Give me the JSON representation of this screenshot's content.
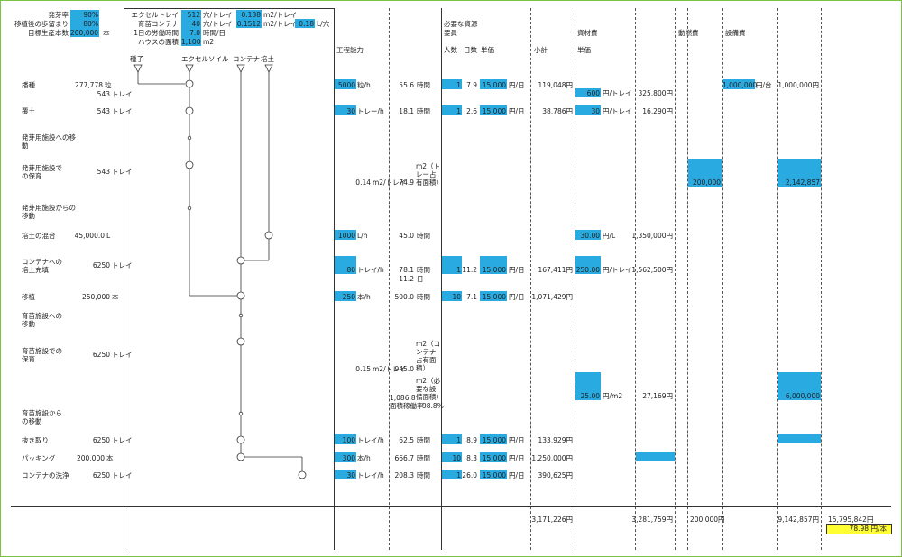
{
  "params": {
    "germination": {
      "label": "発芽率",
      "value": "90%"
    },
    "retention": {
      "label": "移植後の歩留まり",
      "value": "80%"
    },
    "target": {
      "label": "目標生産本数",
      "value": "200,000",
      "unit": "本"
    },
    "excel_tray": {
      "label": "エクセルトレイ",
      "value": "512",
      "unit": "穴/トレイ",
      "value2": "0.138",
      "unit2": "m2/トレイ"
    },
    "nursery_container": {
      "label": "育苗コンテナ",
      "value": "40",
      "unit": "穴/トレイ",
      "value2": "0.1512",
      "unit2": "m2/トレイ",
      "value3": "0.18",
      "unit3": "L/穴"
    },
    "daily_hours": {
      "label": "1日の労働時間",
      "value": "7.0",
      "unit": "時間/日"
    },
    "house_area": {
      "label": "ハウスの面積",
      "value": "1,100",
      "unit": "m2"
    }
  },
  "headers": {
    "capacity": "工程能力",
    "resources": "必要な資源",
    "staff": "要員",
    "people": "人数",
    "days": "日数",
    "unit_price": "単価",
    "subtotal": "小計",
    "materials": "資材費",
    "materials_price": "単価",
    "power": "動燃費",
    "equipment": "設備費"
  },
  "flow_inputs": [
    "種子",
    "エクセルソイル",
    "コンテナ",
    "培土"
  ],
  "rows": [
    {
      "name": "播種",
      "qty1": "277,778",
      "unit1": "粒",
      "qty2": "543",
      "unit2": "トレイ",
      "cap": "5000",
      "cap_unit": "粒/h",
      "hours": "55.6",
      "hours_unit": "時間",
      "people": "1",
      "days": "7.9",
      "price": "15,000",
      "price_unit": "円/日",
      "subtotal": "119,048円",
      "mat_price": "600",
      "mat_unit": "円/トレイ",
      "mat_total": "325,800円",
      "equip_price": "1,000,000",
      "equip_unit": "円/台",
      "equip_total": "1,000,000円"
    },
    {
      "name": "覆土",
      "qty2": "543",
      "unit2": "トレイ",
      "cap": "30",
      "cap_unit": "トレー/h",
      "hours": "18.1",
      "hours_unit": "時間",
      "people": "1",
      "days": "2.6",
      "price": "15,000",
      "price_unit": "円/日",
      "subtotal": "38,786円",
      "mat_price": "30",
      "mat_unit": "円/トレイ",
      "mat_total": "16,290円"
    },
    {
      "name": "発芽用施設への移動"
    },
    {
      "name": "発芽用施設での保育",
      "qty2": "543",
      "unit2": "トレイ",
      "cap": "0.14",
      "cap_unit": "m2/トレイ",
      "hours": "74.9",
      "hours_unit": "m2（トレー占有面積）",
      "power_total": "200,000",
      "equip_total": "2,142,857"
    },
    {
      "name": "発芽用施設からの移動"
    },
    {
      "name": "培土の混合",
      "qty2": "45,000.0",
      "unit2": "L",
      "cap": "1000",
      "cap_unit": "L/h",
      "hours": "45.0",
      "hours_unit": "時間",
      "mat_price": "30.00",
      "mat_unit": "円/L",
      "mat_total": "1,350,000円"
    },
    {
      "name": "コンテナへの培土充填",
      "qty2": "6250",
      "unit2": "トレイ",
      "cap": "80",
      "cap_unit": "トレイ/h",
      "hours": "78.1",
      "hours_unit": "時間",
      "hours2": "11.2",
      "hours2_unit": "日",
      "people": "1",
      "days": "11.2",
      "price": "15,000",
      "price_unit": "円/日",
      "subtotal": "167,411円",
      "mat_price": "250.00",
      "mat_unit": "円/トレイ",
      "mat_total": "1,562,500円"
    },
    {
      "name": "移植",
      "qty2": "250,000",
      "unit2": "本",
      "cap": "250",
      "cap_unit": "本/h",
      "hours": "500.0",
      "hours_unit": "時間",
      "people": "10",
      "days": "7.1",
      "price": "15,000",
      "price_unit": "円/日",
      "subtotal": "1,071,429円"
    },
    {
      "name": "育苗施設への移動"
    },
    {
      "name": "育苗施設での保育",
      "qty2": "6250",
      "unit2": "トレイ",
      "cap": "0.15",
      "cap_unit": "m2/トレイ",
      "hours": "945.0",
      "hours_unit": "m2（コンテナ占有面積）",
      "hours2": "1,086.8",
      "hours2_unit": "m2（必要な設備面積）",
      "rate_label": "面積稼働率",
      "rate": "98.8%",
      "mat_price": "25.00",
      "mat_unit": "円/m2",
      "mat_total": "27,169円",
      "equip_total": "6,000,000"
    },
    {
      "name": "育苗施設からの移動"
    },
    {
      "name": "抜き取り",
      "qty2": "6250",
      "unit2": "トレイ",
      "cap": "100",
      "cap_unit": "トレイ/h",
      "hours": "62.5",
      "hours_unit": "時間",
      "people": "1",
      "days": "8.9",
      "price": "15,000",
      "price_unit": "円/日",
      "subtotal": "133,929円"
    },
    {
      "name": "パッキング",
      "qty2": "200,000",
      "unit2": "本",
      "cap": "300",
      "cap_unit": "本/h",
      "hours": "666.7",
      "hours_unit": "時間",
      "people": "10",
      "days": "8.3",
      "price": "15,000",
      "price_unit": "円/日",
      "subtotal": "1,250,000円"
    },
    {
      "name": "コンテナの洗浄",
      "qty2": "6250",
      "unit2": "トレイ",
      "cap": "30",
      "cap_unit": "トレイ/h",
      "hours": "208.3",
      "hours_unit": "時間",
      "people": "1",
      "days": "26.0",
      "price": "15,000",
      "price_unit": "円/日",
      "subtotal": "390,625円"
    }
  ],
  "totals": {
    "labor": "3,171,226円",
    "materials": "3,281,759円",
    "power": "200,000円",
    "equipment": "9,142,857円",
    "grand": "15,795,842円",
    "per_unit": "78.98 円/本"
  },
  "colors": {
    "input_blue": "#29abe2",
    "highlight_yellow": "#ffff33",
    "frame_green": "#7cc242"
  }
}
